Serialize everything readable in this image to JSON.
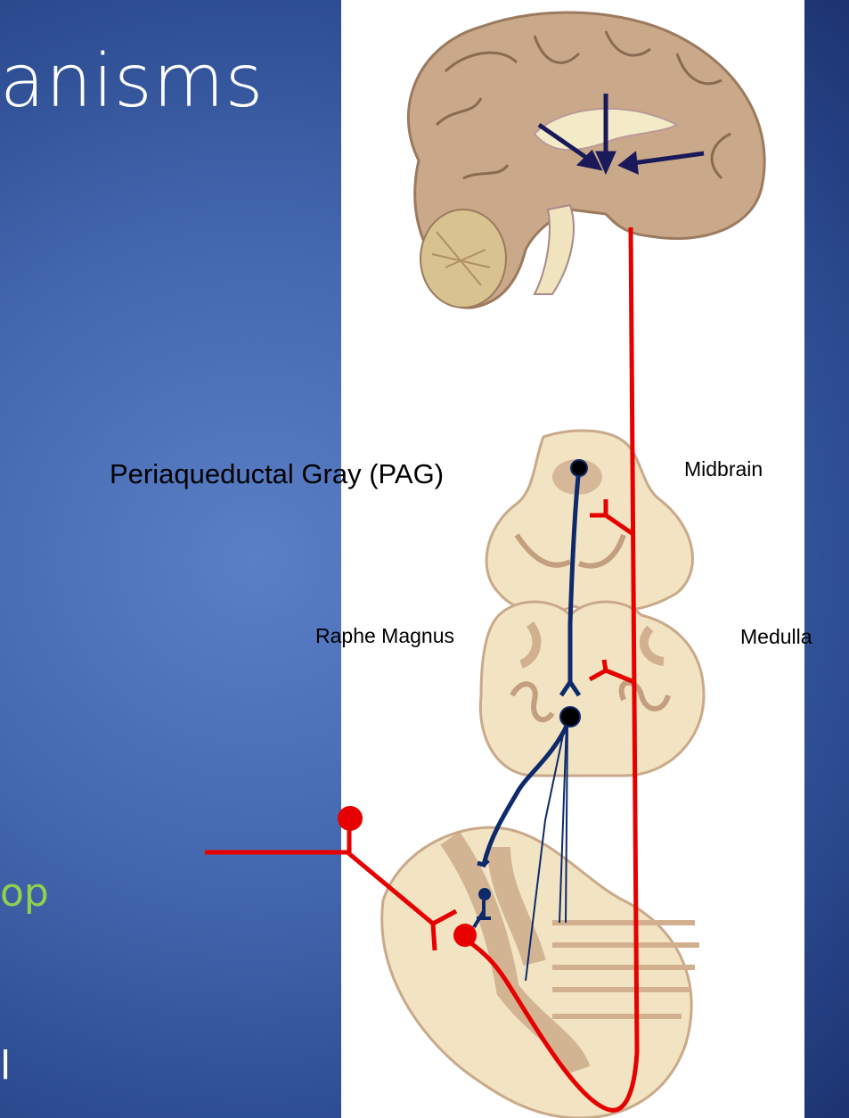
{
  "slide": {
    "title_fragment": "anisms",
    "green_fragment": "op",
    "white_fragment": "l"
  },
  "labels": {
    "pag": "Periaqueductal Gray (PAG)",
    "midbrain": "Midbrain",
    "raphe": "Raphe Magnus",
    "medulla": "Medulla"
  },
  "colors": {
    "background": "#4468b0",
    "descending_pathway": "#e60000",
    "inhibitory_pathway": "#0d2a6b",
    "green_text": "#8fd14f"
  }
}
